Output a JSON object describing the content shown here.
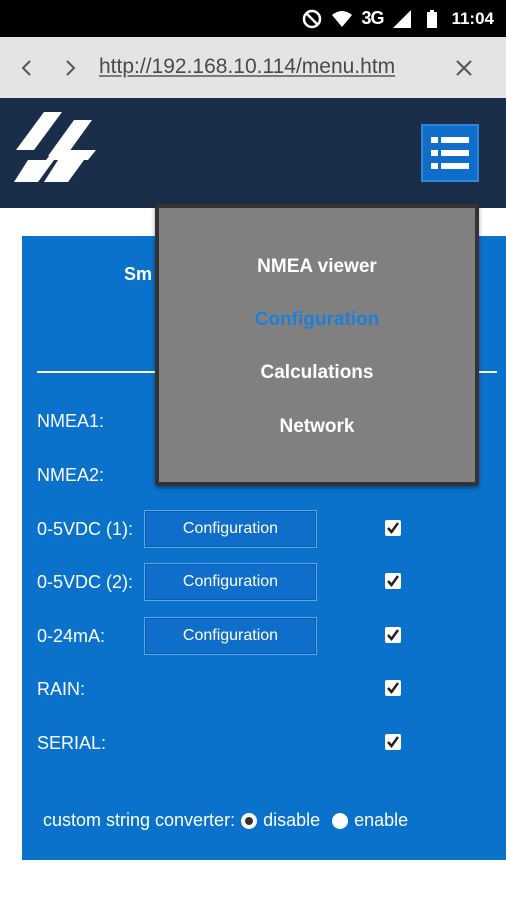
{
  "status_bar": {
    "network": "3G",
    "time": "11:04"
  },
  "address_bar": {
    "url": "http://192.168.10.114/menu.htm"
  },
  "panel": {
    "title_partial": "Sm",
    "rows": [
      {
        "label": "NMEA1:"
      },
      {
        "label": "NMEA2:"
      },
      {
        "label": "0-5VDC (1):",
        "button": "Configuration",
        "checked": true
      },
      {
        "label": "0-5VDC (2):",
        "button": "Configuration",
        "checked": true
      },
      {
        "label": "0-24mA:",
        "button": "Configuration",
        "checked": true
      },
      {
        "label": "RAIN:",
        "checked": true
      },
      {
        "label": "SERIAL:",
        "checked": true
      }
    ],
    "converter": {
      "label": "custom string converter:",
      "options": [
        "disable",
        "enable"
      ],
      "selected": "disable"
    }
  },
  "dropdown": {
    "items": [
      "NMEA viewer",
      "Configuration",
      "Calculations",
      "Network"
    ],
    "active": "Configuration"
  },
  "colors": {
    "header": "#1a2e4a",
    "panel": "#0b72cc",
    "accent": "#1f7fd6",
    "dropdown": "#808080"
  }
}
